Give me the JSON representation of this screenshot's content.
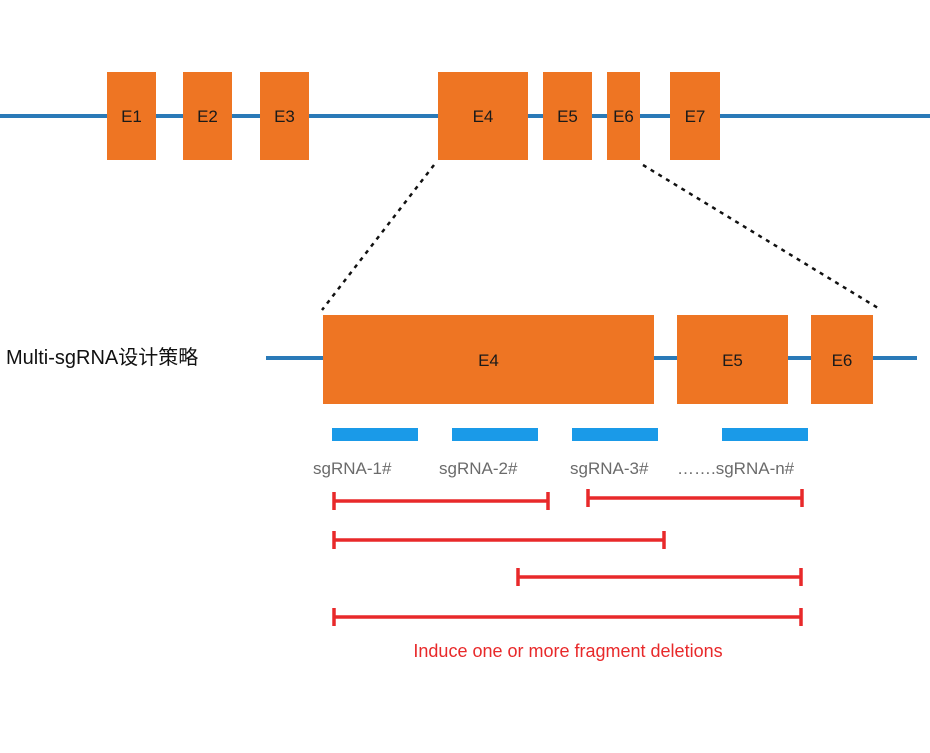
{
  "colors": {
    "gene_line": "#2a7ab8",
    "exon_fill": "#ee7523",
    "sgrna_fill": "#1a9ae8",
    "deletion_line": "#e8292a",
    "dotted": "#111111"
  },
  "top_gene": {
    "exons": [
      "E1",
      "E2",
      "E3",
      "E4",
      "E5",
      "E6",
      "E7"
    ]
  },
  "zoom_gene": {
    "strategy_label": "Multi-sgRNA设计策略",
    "exons": [
      "E4",
      "E5",
      "E6"
    ]
  },
  "sgrnas": {
    "labels": [
      "sgRNA-1#",
      "sgRNA-2#",
      "sgRNA-3#",
      "…….sgRNA-n#"
    ]
  },
  "deletions": {
    "count": 5,
    "caption": "Induce one or more fragment deletions"
  }
}
